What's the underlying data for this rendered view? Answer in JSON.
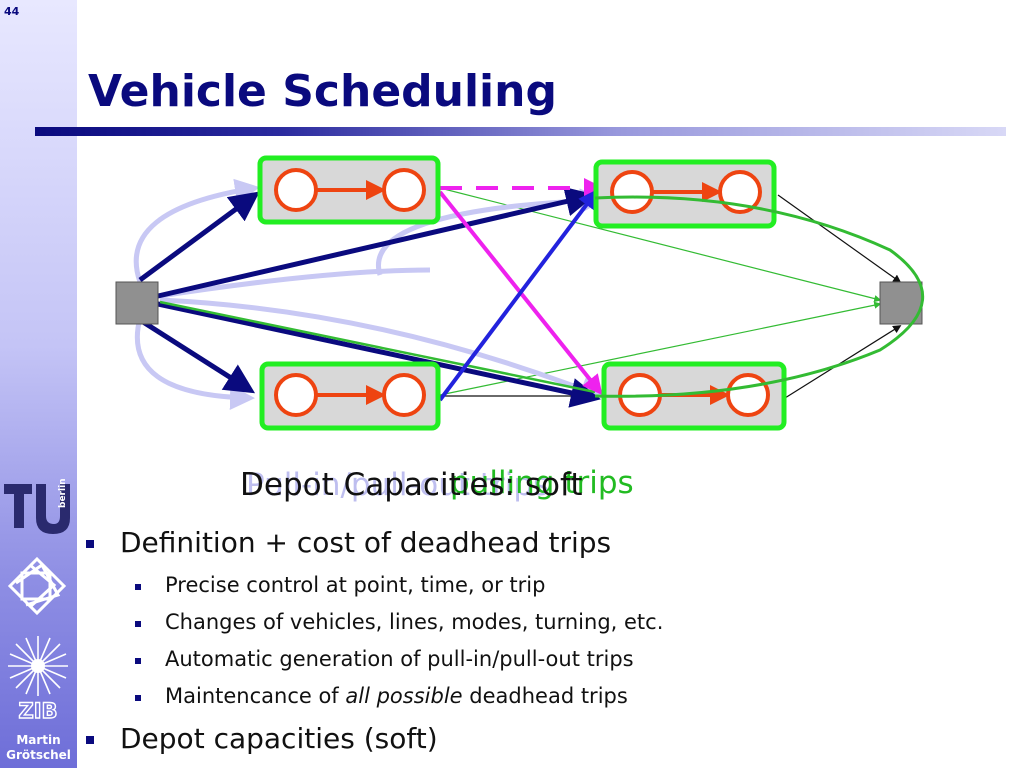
{
  "slide": {
    "page_number": "44",
    "title": "Vehicle Scheduling",
    "author_first": "Martin",
    "author_last": "Grötschel"
  },
  "logos": {
    "tu_berlin_text": "berlin",
    "zib_text": "ZIB"
  },
  "caption": {
    "main": "Depot Capacities: soft",
    "green_overlay": "Pull-in/pull-out trips",
    "purple_overlay": "pulling trips"
  },
  "bullets": [
    {
      "text": "Definition + cost of deadhead trips"
    },
    {
      "text": "Depot capacities (soft)"
    }
  ],
  "sub_bullets": [
    {
      "text": "Precise control at point, time, or trip"
    },
    {
      "text": "Changes of vehicles, lines, modes, turning, etc."
    },
    {
      "text": "Automatic generation of pull-in/pull-out trips"
    },
    {
      "pre": "Maintencance of ",
      "em": "all possible",
      "post": " deadhead trips"
    }
  ],
  "colors": {
    "navy": "#0a0a7e",
    "trip_box_border": "#22ee22",
    "trip_node": "#ee4411",
    "depot": "#909090",
    "magenta": "#ee22ee",
    "blue": "#2222dd",
    "lavender": "#c8c8f4",
    "green_line": "#33bb33"
  },
  "icons": {
    "page_number_box": "none",
    "bullet": "square-bullet"
  }
}
